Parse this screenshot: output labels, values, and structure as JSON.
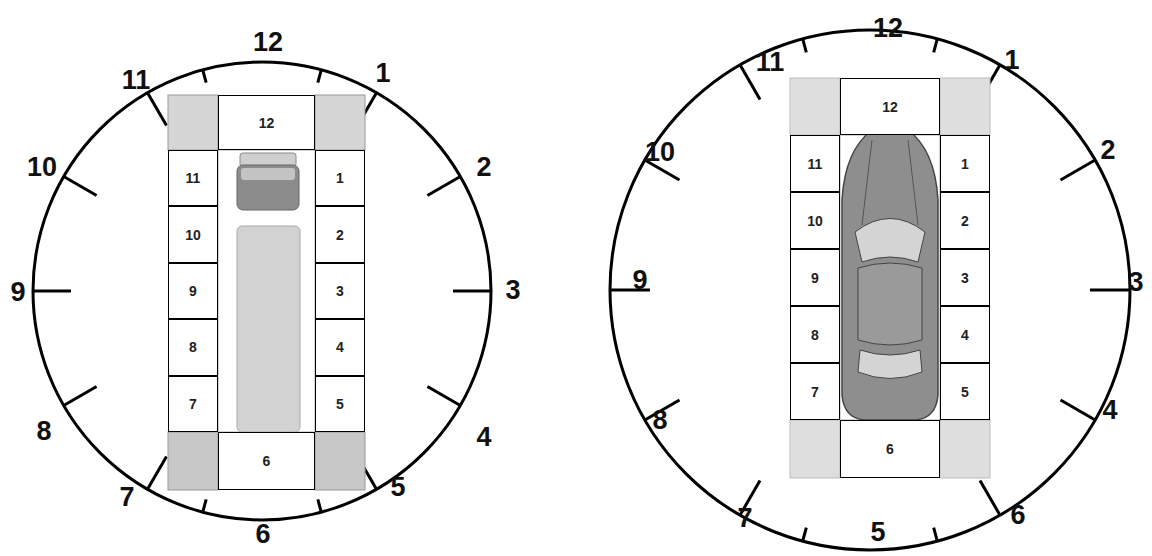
{
  "diagram": {
    "nodes": [
      {
        "text": [
          "12"
        ]
      },
      {
        "text": [
          "11"
        ]
      },
      {
        "text": [
          "1"
        ]
      },
      {
        "text": [
          "10"
        ]
      },
      {
        "text": [
          "2"
        ]
      },
      {
        "text": [
          "9"
        ]
      },
      {
        "text": [
          "3"
        ]
      },
      {
        "text": [
          "8"
        ]
      },
      {
        "text": [
          "4"
        ]
      },
      {
        "text": [
          "7"
        ]
      },
      {
        "text": [
          "5"
        ]
      },
      {
        "text": [
          "6"
        ]
      },
      {
        "text": [
          "12"
        ]
      },
      {
        "text": [
          "11"
        ]
      },
      {
        "text": [
          "1"
        ]
      },
      {
        "text": [
          "10"
        ]
      },
      {
        "text": [
          "2"
        ]
      },
      {
        "text": [
          "9"
        ]
      },
      {
        "text": [
          "3"
        ]
      },
      {
        "text": [
          "8"
        ]
      },
      {
        "text": [
          "4"
        ]
      },
      {
        "text": [
          "7"
        ]
      },
      {
        "text": [
          "5"
        ]
      },
      {
        "text": [
          "6"
        ]
      }
    ],
    "labels": [
      "12",
      "11",
      "1",
      "10",
      "2",
      "9",
      "3",
      "8",
      "4",
      "7",
      "5",
      "6",
      "12",
      "11",
      "1",
      "10",
      "2",
      "9",
      "3",
      "8",
      "4",
      "7",
      "5",
      "6"
    ]
  }
}
